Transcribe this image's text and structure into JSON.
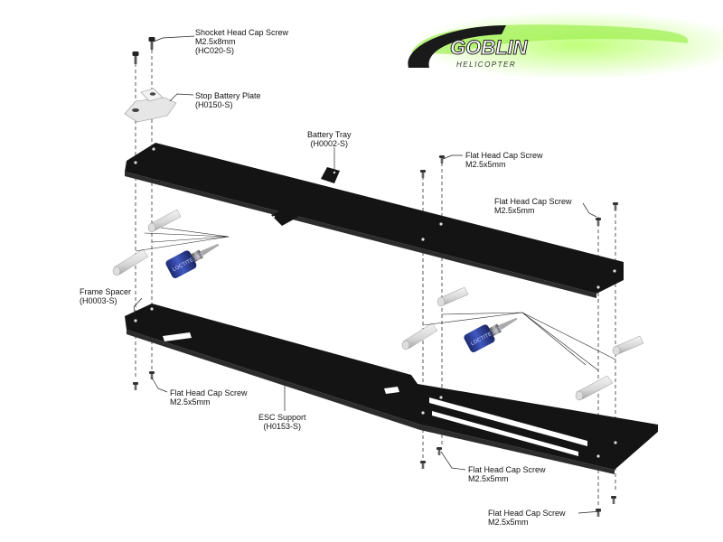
{
  "brand": {
    "logo_text": "GOBLIN",
    "logo_subtext": "HELICOPTER"
  },
  "labels": {
    "shocket_screw": {
      "name": "Shocket Head Cap Screw",
      "size": "M2.5x8mm",
      "code": "(HC020-S)"
    },
    "stop_plate": {
      "name": "Stop Battery Plate",
      "code": "(H0150-S)"
    },
    "battery_tray": {
      "name": "Battery Tray",
      "code": "(H0002-S)"
    },
    "flat_screw_1": {
      "name": "Flat Head Cap Screw",
      "size": "M2.5x5mm"
    },
    "flat_screw_2": {
      "name": "Flat Head Cap Screw",
      "size": "M2.5x5mm"
    },
    "frame_spacer": {
      "name": "Frame Spacer",
      "code": "(H0003-S)"
    },
    "flat_screw_3": {
      "name": "Flat Head Cap Screw",
      "size": "M2.5x5mm"
    },
    "esc_support": {
      "name": "ESC Support",
      "code": "(H0153-S)"
    },
    "flat_screw_4": {
      "name": "Flat Head Cap Screw",
      "size": "M2.5x5mm"
    },
    "flat_screw_5": {
      "name": "Flat Head Cap Screw",
      "size": "M2.5x5mm"
    }
  },
  "loctite_label": "LOCTITE 243",
  "colors": {
    "carbon": "#111111",
    "loctite_blue": "#2a3a8c",
    "metal": "#8a8a8a",
    "logo_green": "#7ee03a"
  }
}
